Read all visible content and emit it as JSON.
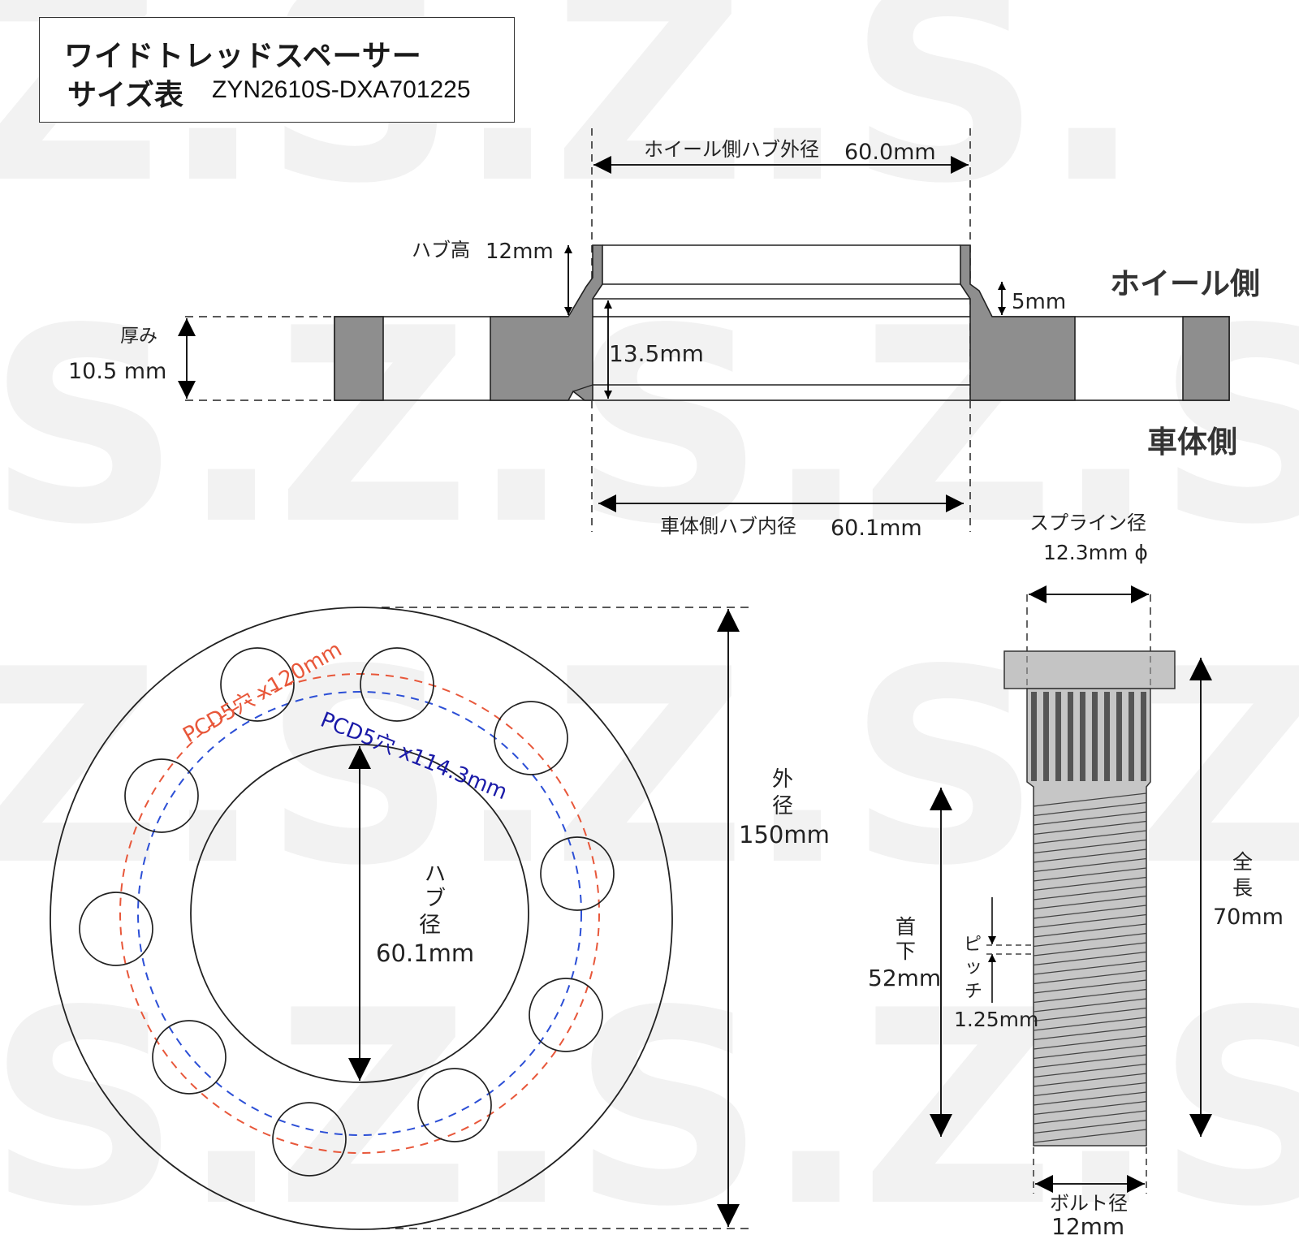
{
  "title": {
    "line1": "ワイドトレッドスペーサー",
    "line2": "サイズ表",
    "model_code": "ZYN2610S-DXA701225"
  },
  "watermark": {
    "text": "Z.S.",
    "color": "#f1f1f1"
  },
  "colors": {
    "line": "#222222",
    "fill_gray": "#8e8e8e",
    "stud_gray": "#c4c4c4",
    "pcd_red": "#e8573a",
    "pcd_blue": "#2c4fd6",
    "pcd_blue_text": "#1a1aa8"
  },
  "cross_section": {
    "wheel_hub_outer_diameter": {
      "label": "ホイール側ハブ外径",
      "value": "60.0mm"
    },
    "hub_height": {
      "label": "ハブ高",
      "value": "12mm"
    },
    "thickness": {
      "label": "厚み",
      "value": "10.5 mm"
    },
    "inner_depth": {
      "value": "13.5mm"
    },
    "step": {
      "value": "5mm"
    },
    "side_wheel": "ホイール側",
    "side_body": "車体側",
    "body_hub_inner_diameter": {
      "label": "車体側ハブ内径",
      "value": "60.1mm"
    }
  },
  "front_view": {
    "pcd_outer": {
      "label": "PCD5穴 x120mm",
      "color": "#e8573a"
    },
    "pcd_inner": {
      "label": "PCD5穴 x114.3mm",
      "color": "#1a1aa8"
    },
    "hub_diameter": {
      "label": [
        "ハ",
        "ブ",
        "径"
      ],
      "value": "60.1mm"
    },
    "outer_diameter": {
      "label": [
        "外",
        "径"
      ],
      "value": "150mm"
    },
    "bolt_holes": 10
  },
  "stud_bolt": {
    "spline_diameter": {
      "label": "スプライン径",
      "value": "12.3mm ϕ"
    },
    "total_length": {
      "label": [
        "全",
        "長"
      ],
      "value": "70mm"
    },
    "under_head": {
      "label": [
        "首",
        "下"
      ],
      "value": "52mm"
    },
    "pitch": {
      "label": [
        "ピ",
        "ッ",
        "チ"
      ],
      "value": "1.25mm"
    },
    "bolt_diameter": {
      "label": "ボルト径",
      "value": "12mm"
    }
  }
}
